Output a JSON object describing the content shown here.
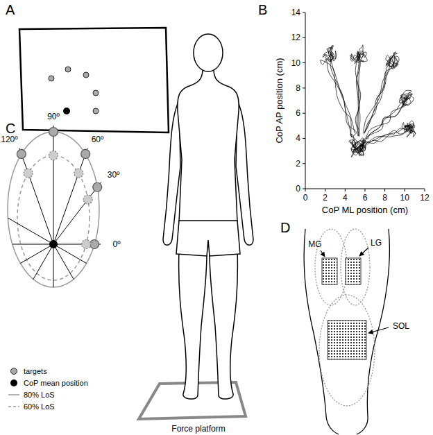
{
  "diagram": {
    "labels": [
      "A",
      "B",
      "C",
      "D",
      "0",
      "2",
      "4",
      "6",
      "8",
      "10",
      "12",
      "14",
      "0",
      "2",
      "4",
      "6",
      "8",
      "10",
      "12",
      "CoP AP position (cm)",
      "CoP ML position (cm)",
      "90º",
      "60º",
      "120º",
      "30º",
      "0º",
      "Force platform",
      "MG",
      "LG",
      "SOL"
    ],
    "legend": [
      {
        "text": "targets"
      },
      {
        "text": "CoP mean position"
      },
      {
        "text": "80% LoS"
      },
      {
        "text": "60% LoS"
      }
    ]
  }
}
